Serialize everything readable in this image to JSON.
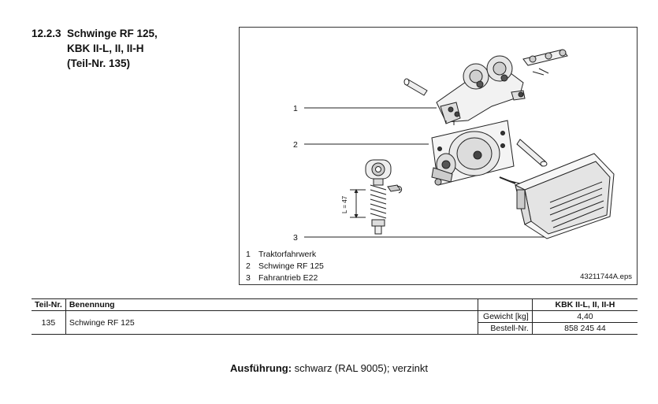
{
  "heading": {
    "number": "12.2.3",
    "line1": "Schwinge RF 125,",
    "line2": "KBK II-L, II, II-H",
    "line3": "(Teil-Nr. 135)"
  },
  "figure": {
    "callouts": [
      "1",
      "2",
      "3"
    ],
    "dimension_label": "L = 47",
    "legend": [
      {
        "num": "1",
        "text": "Traktorfahrwerk"
      },
      {
        "num": "2",
        "text": "Schwinge RF 125"
      },
      {
        "num": "3",
        "text": "Fahrantrieb E22"
      }
    ],
    "file_ref": "43211744A.eps"
  },
  "table": {
    "headers": {
      "part_no": "Teil-Nr.",
      "name": "Benennung",
      "spec": "",
      "variant": "KBK II-L, II, II-H"
    },
    "row": {
      "part_no": "135",
      "name": "Schwinge RF 125",
      "attributes": [
        {
          "label": "Gewicht [kg]",
          "value": "4,40"
        },
        {
          "label": "Bestell-Nr.",
          "value": "858 245 44"
        }
      ]
    }
  },
  "note": {
    "label": "Ausführung:",
    "text": " schwarz (RAL 9005); verzinkt"
  }
}
